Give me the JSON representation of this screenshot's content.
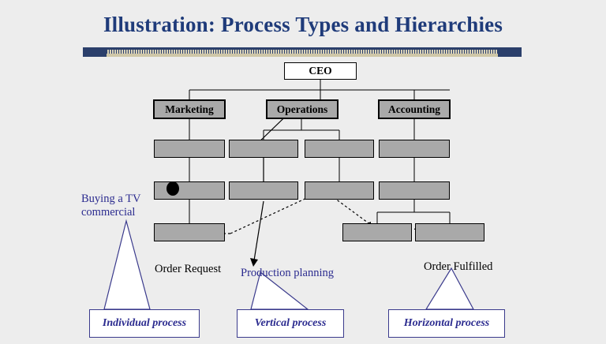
{
  "slide": {
    "title": "Illustration: Process Types and Hierarchies",
    "background_color": "#ededed",
    "title_color": "#1f3b7a",
    "accent_color": "#2b3f6b"
  },
  "org_chart": {
    "root": {
      "label": "CEO"
    },
    "departments": [
      {
        "label": "Marketing"
      },
      {
        "label": "Operations"
      },
      {
        "label": "Accounting"
      }
    ],
    "unlabeled_box_count": 11
  },
  "annotations": [
    {
      "name": "buying-a-tv-commercial",
      "text": "Buying a TV commercial",
      "color": "#2b2b8f"
    },
    {
      "name": "order-request",
      "text": "Order Request",
      "color": "#000000"
    },
    {
      "name": "production-planning",
      "text": "Production planning",
      "color": "#2b2b8f"
    },
    {
      "name": "order-fulfilled",
      "text": "Order Fulfilled",
      "color": "#000000"
    }
  ],
  "legend_callouts": [
    {
      "label": "Individual process"
    },
    {
      "label": "Vertical process"
    },
    {
      "label": "Horizontal process"
    }
  ]
}
